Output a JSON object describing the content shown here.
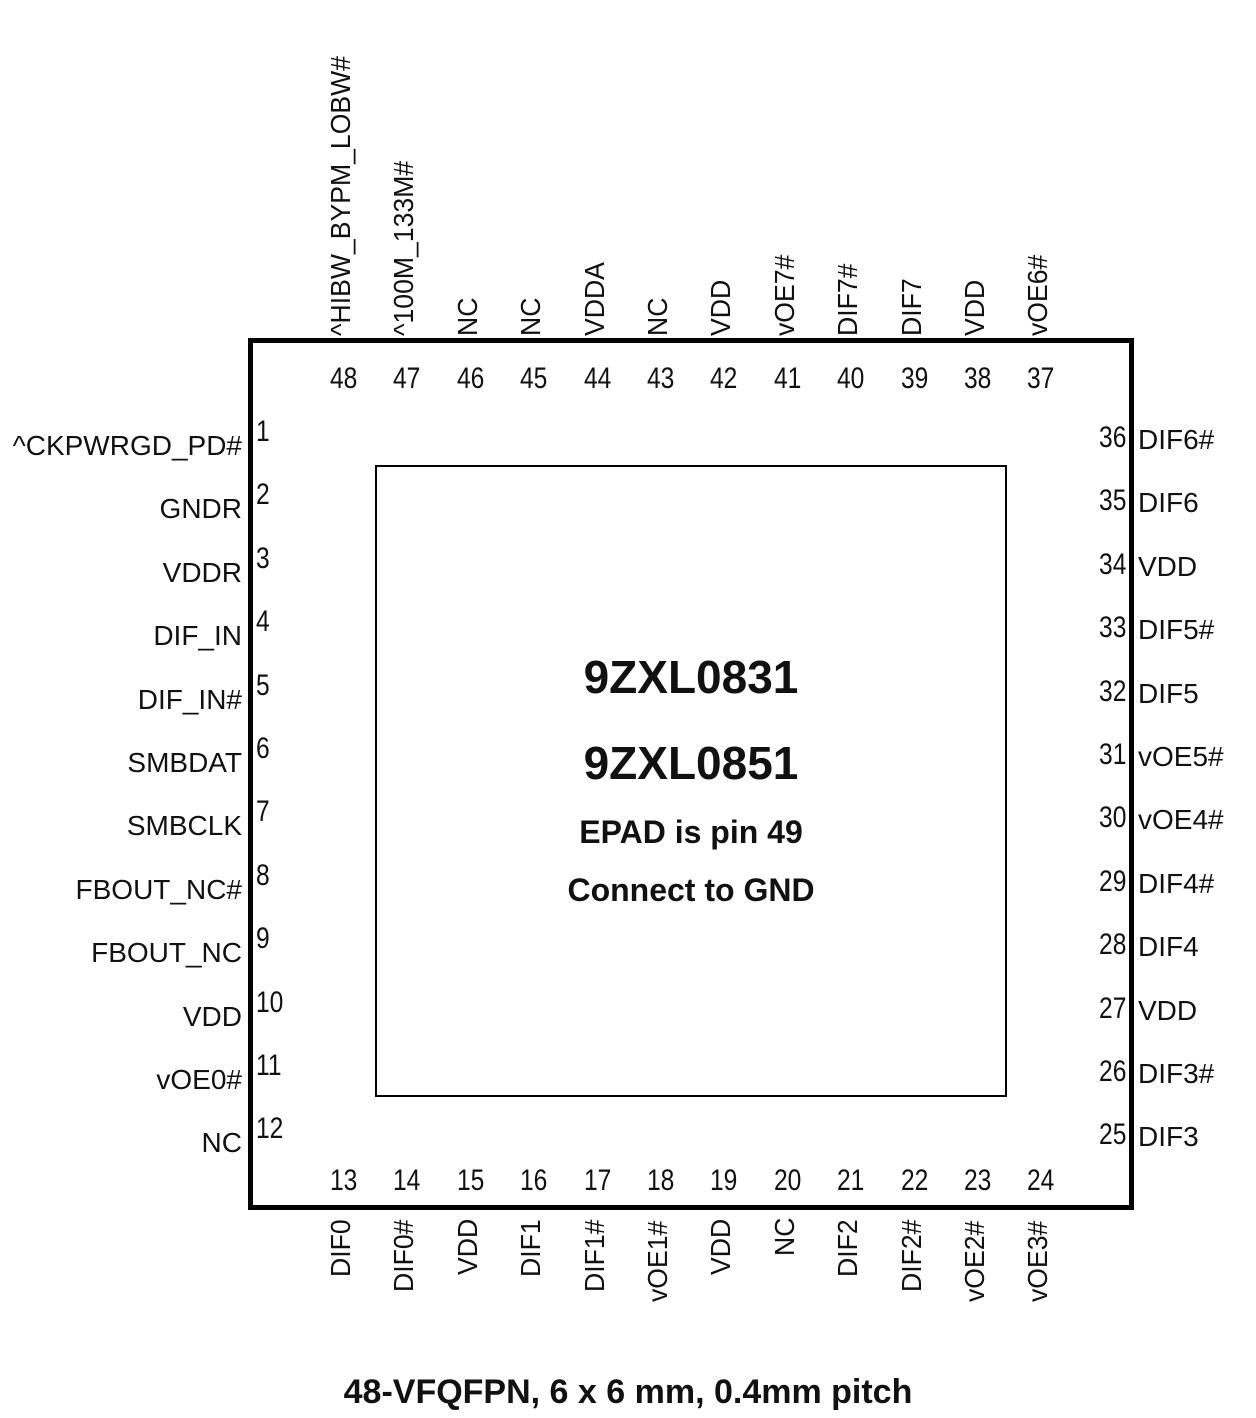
{
  "package": {
    "part_numbers": [
      "9ZXL0831",
      "9ZXL0851"
    ],
    "epad_note": "EPAD is pin 49",
    "epad_connect": "Connect to GND",
    "caption": "48-VFQFPN, 6 x 6 mm, 0.4mm pitch"
  },
  "pins": {
    "left": [
      {
        "num": "1",
        "name": "^CKPWRGD_PD#"
      },
      {
        "num": "2",
        "name": "GNDR"
      },
      {
        "num": "3",
        "name": "VDDR"
      },
      {
        "num": "4",
        "name": "DIF_IN"
      },
      {
        "num": "5",
        "name": "DIF_IN#"
      },
      {
        "num": "6",
        "name": "SMBDAT"
      },
      {
        "num": "7",
        "name": "SMBCLK"
      },
      {
        "num": "8",
        "name": "FBOUT_NC#"
      },
      {
        "num": "9",
        "name": "FBOUT_NC"
      },
      {
        "num": "10",
        "name": "VDD"
      },
      {
        "num": "11",
        "name": "vOE0#"
      },
      {
        "num": "12",
        "name": "NC"
      }
    ],
    "bottom": [
      {
        "num": "13",
        "name": "DIF0"
      },
      {
        "num": "14",
        "name": "DIF0#"
      },
      {
        "num": "15",
        "name": "VDD"
      },
      {
        "num": "16",
        "name": "DIF1"
      },
      {
        "num": "17",
        "name": "DIF1#"
      },
      {
        "num": "18",
        "name": "vOE1#"
      },
      {
        "num": "19",
        "name": "VDD"
      },
      {
        "num": "20",
        "name": "NC"
      },
      {
        "num": "21",
        "name": "DIF2"
      },
      {
        "num": "22",
        "name": "DIF2#"
      },
      {
        "num": "23",
        "name": "vOE2#"
      },
      {
        "num": "24",
        "name": "vOE3#"
      }
    ],
    "right": [
      {
        "num": "36",
        "name": "DIF6#"
      },
      {
        "num": "35",
        "name": "DIF6"
      },
      {
        "num": "34",
        "name": "VDD"
      },
      {
        "num": "33",
        "name": "DIF5#"
      },
      {
        "num": "32",
        "name": "DIF5"
      },
      {
        "num": "31",
        "name": "vOE5#"
      },
      {
        "num": "30",
        "name": "vOE4#"
      },
      {
        "num": "29",
        "name": "DIF4#"
      },
      {
        "num": "28",
        "name": "DIF4"
      },
      {
        "num": "27",
        "name": "VDD"
      },
      {
        "num": "26",
        "name": "DIF3#"
      },
      {
        "num": "25",
        "name": "DIF3"
      }
    ],
    "top": [
      {
        "num": "48",
        "name": "^HIBW_BYPM_LOBW#"
      },
      {
        "num": "47",
        "name": "^100M_133M#"
      },
      {
        "num": "46",
        "name": "NC"
      },
      {
        "num": "45",
        "name": "NC"
      },
      {
        "num": "44",
        "name": "VDDA"
      },
      {
        "num": "43",
        "name": "NC"
      },
      {
        "num": "42",
        "name": "VDD"
      },
      {
        "num": "41",
        "name": "vOE7#"
      },
      {
        "num": "40",
        "name": "DIF7#"
      },
      {
        "num": "39",
        "name": "DIF7"
      },
      {
        "num": "38",
        "name": "VDD"
      },
      {
        "num": "37",
        "name": "vOE6#"
      }
    ]
  }
}
